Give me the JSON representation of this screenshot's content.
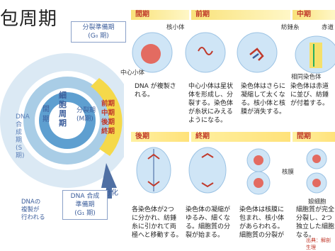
{
  "title_fragment": "包周期",
  "cycle": {
    "g0": "分裂準備期\n(G₀ 期)",
    "g1": "DNA 合成\n準備期\n(G₁ 期)",
    "dna_synthesis": "DNA 合成期\n(S期)",
    "cycle_center": "細胞周期",
    "interphase": "間\n期",
    "m_phase": "分裂期\n(M期)",
    "differentiation": "分化",
    "dna_replication_note": "DNAの\n複製が\n行われる",
    "phases": [
      "前期",
      "中期",
      "後期",
      "終期"
    ]
  },
  "banners": {
    "interphase": "間期",
    "prophase": "前期",
    "metaphase": "中期",
    "anaphase": "後期",
    "telophase": "終期",
    "interphase2": "間期"
  },
  "labels": {
    "nucleolus": "核小体",
    "centriole": "中心小体",
    "spindle": "紡錘糸",
    "equator": "赤道",
    "homologous": "相同染色体",
    "nuclear_membrane": "核膜",
    "daughter_cell": "娘細胞"
  },
  "descriptions": {
    "d1": "DNA が複製さ\nれる。",
    "d2": "中心小体は星状\n体を形成し、分\n裂する。染色体\nが糸状にみえる\nようになる。",
    "d3": "染色体はさらに\n凝縮して太くな\nる。核小体と核\n膜が消失する。",
    "d4": "染色体は赤道\nに並び、紡錘\nが付着する。",
    "d5": "各染色体が2つ\nに分かれ、紡錘\n糸に引かれて両\n極へと移動する。",
    "d6": "染色体の凝縮が\nゆるみ、細くな\nる。細胞質の分\n裂が始まる。",
    "d7": "染色体は核膜に\n包まれ、核小体\nがあらわれる。\n細胞質の分裂が",
    "d8": "細胞質が完全\n分裂し、2つ\n独立した細胞\nなる。"
  },
  "footer_fragment": "出典：解剖生理"
}
